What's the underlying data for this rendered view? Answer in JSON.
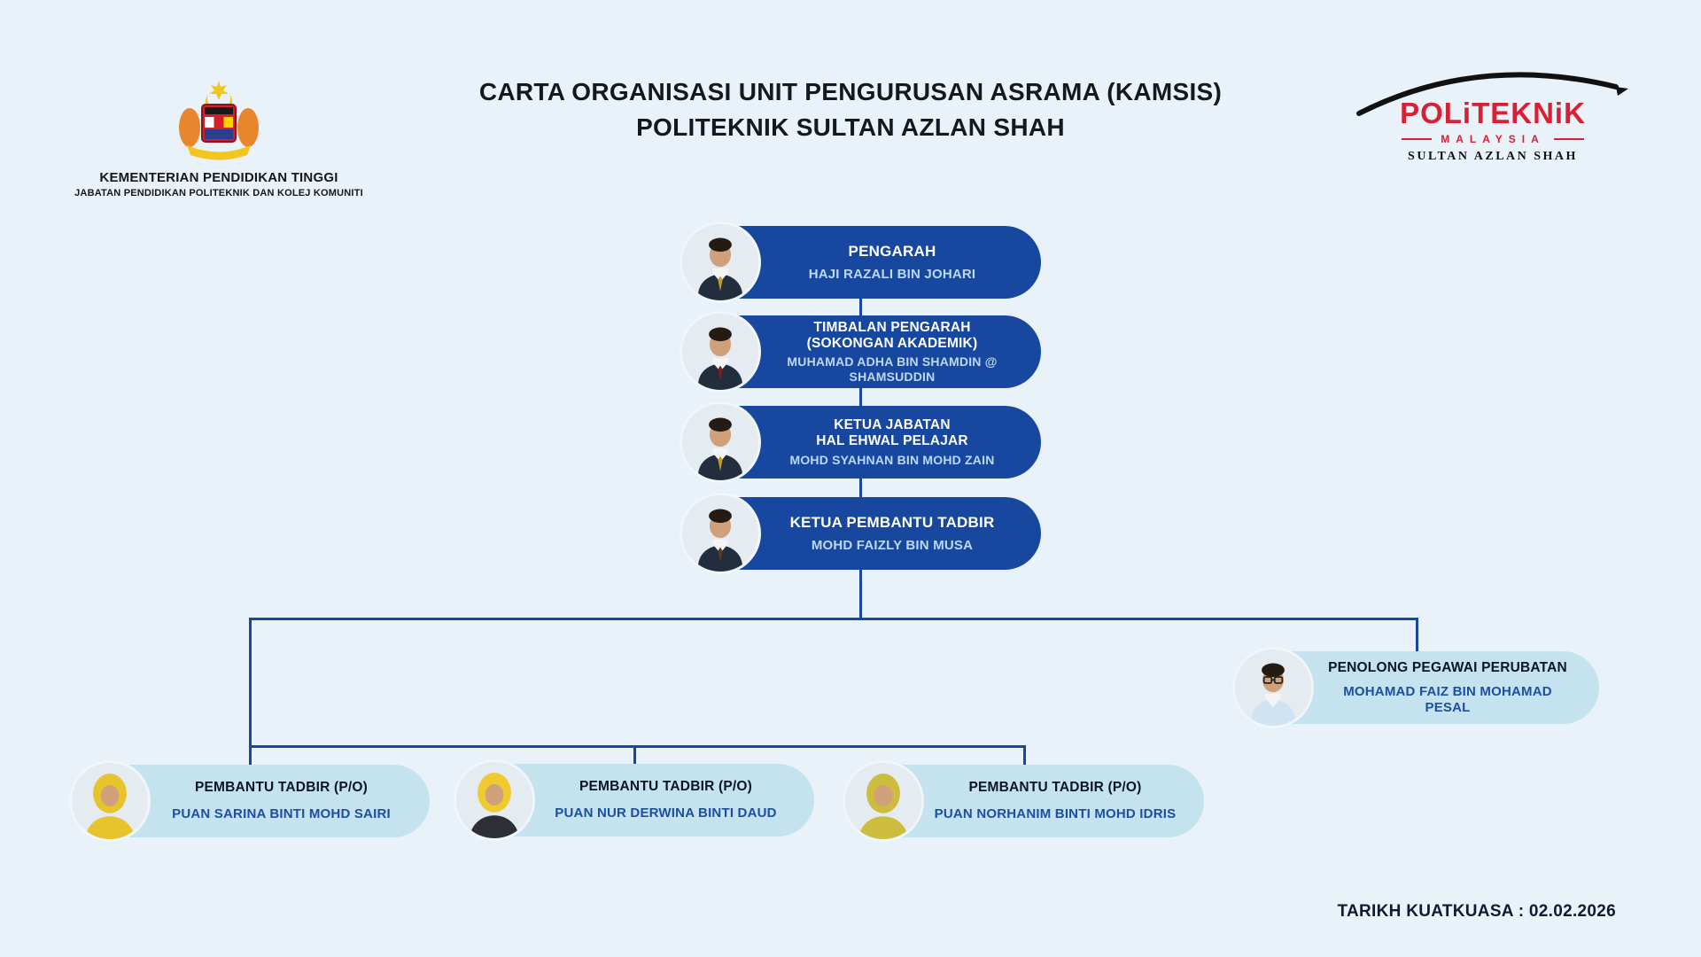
{
  "header": {
    "title_line1": "CARTA ORGANISASI UNIT PENGURUSAN ASRAMA (KAMSIS)",
    "title_line2": "POLITEKNIK SULTAN AZLAN SHAH",
    "ministry": {
      "line1": "KEMENTERIAN PENDIDIKAN TINGGI",
      "line2": "JABATAN PENDIDIKAN POLITEKNIK DAN KOLEJ KOMUNITI"
    },
    "brand": {
      "name": "POLiTEKNiK",
      "country": "MALAYSIA",
      "campus": "SULTAN AZLAN SHAH"
    }
  },
  "org": {
    "chain": [
      {
        "title": "PENGARAH",
        "name": "HAJI RAZALI BIN JOHARI"
      },
      {
        "title": "TIMBALAN PENGARAH\n(SOKONGAN AKADEMIK)",
        "name": "MUHAMAD ADHA BIN SHAMDIN @\nSHAMSUDDIN"
      },
      {
        "title": "KETUA JABATAN\nHAL EHWAL PELAJAR",
        "name": "MOHD SYAHNAN BIN MOHD ZAIN"
      },
      {
        "title": "KETUA PEMBANTU TADBIR",
        "name": "MOHD FAIZLY BIN MUSA"
      }
    ],
    "medical": {
      "title": "PENOLONG PEGAWAI PERUBATAN",
      "name": "MOHAMAD FAIZ BIN MOHAMAD PESAL"
    },
    "staff": [
      {
        "title": "PEMBANTU TADBIR (P/O)",
        "name": "PUAN SARINA BINTI MOHD SAIRI"
      },
      {
        "title": "PEMBANTU TADBIR (P/O)",
        "name": "PUAN NUR DERWINA BINTI DAUD"
      },
      {
        "title": "PEMBANTU TADBIR (P/O)",
        "name": "PUAN NORHANIM BINTI MOHD IDRIS"
      }
    ]
  },
  "footer": {
    "effective_date": "TARIKH KUATKUASA : 02.02.2026"
  },
  "colors": {
    "background": "#e8f2f8",
    "box_dark": "#17479e",
    "box_light": "#c5e3ee",
    "connector": "#17479e",
    "brand_red": "#d81f33",
    "name_on_dark": "#bcd9f8",
    "name_on_light": "#1c4fa1"
  }
}
